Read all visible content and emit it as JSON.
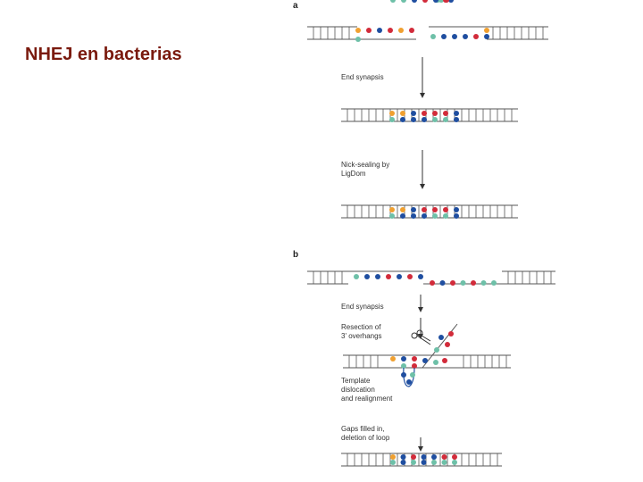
{
  "title": "NHEJ en bacterias",
  "panels": {
    "a": "a",
    "b": "b"
  },
  "steps_a": {
    "end_synapsis": "End synapsis",
    "nick_sealing": "Nick-sealing by\nLigDom"
  },
  "steps_b": {
    "end_synapsis": "End synapsis",
    "resection": "Resection of\n3' overhangs",
    "dislocation": "Template\ndislocation\nand realignment",
    "gaps": "Gaps filled in,\ndeletion of loop"
  },
  "colors": {
    "orange": "#f0a030",
    "red": "#d22b3a",
    "navy": "#1f4ea0",
    "teal": "#6ec0a8",
    "line": "#555555",
    "title": "#7a1a0e"
  },
  "icons": {
    "scissors": "scissors-icon",
    "arrow": "arrow-down-icon"
  }
}
